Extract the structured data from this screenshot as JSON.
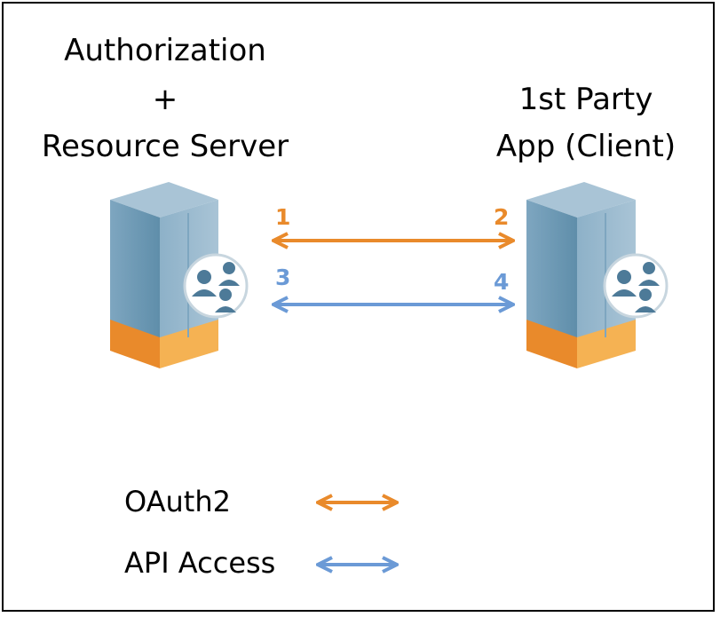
{
  "left_node": {
    "title_line1": "Authorization",
    "title_line2": "+",
    "title_line3": "Resource Server",
    "icon": "server-with-users-icon"
  },
  "right_node": {
    "title_line1": "1st Party",
    "title_line2": "App (Client)",
    "icon": "server-with-users-icon"
  },
  "flows": {
    "oauth_left_num": "1",
    "oauth_right_num": "2",
    "api_left_num": "3",
    "api_right_num": "4"
  },
  "legend": {
    "oauth_label": "OAuth2",
    "api_label": "API Access"
  },
  "colors": {
    "oauth": "#e98a2b",
    "api": "#6b9ad6",
    "server_body": "#5f8eaa",
    "server_base": "#f5a33b"
  }
}
